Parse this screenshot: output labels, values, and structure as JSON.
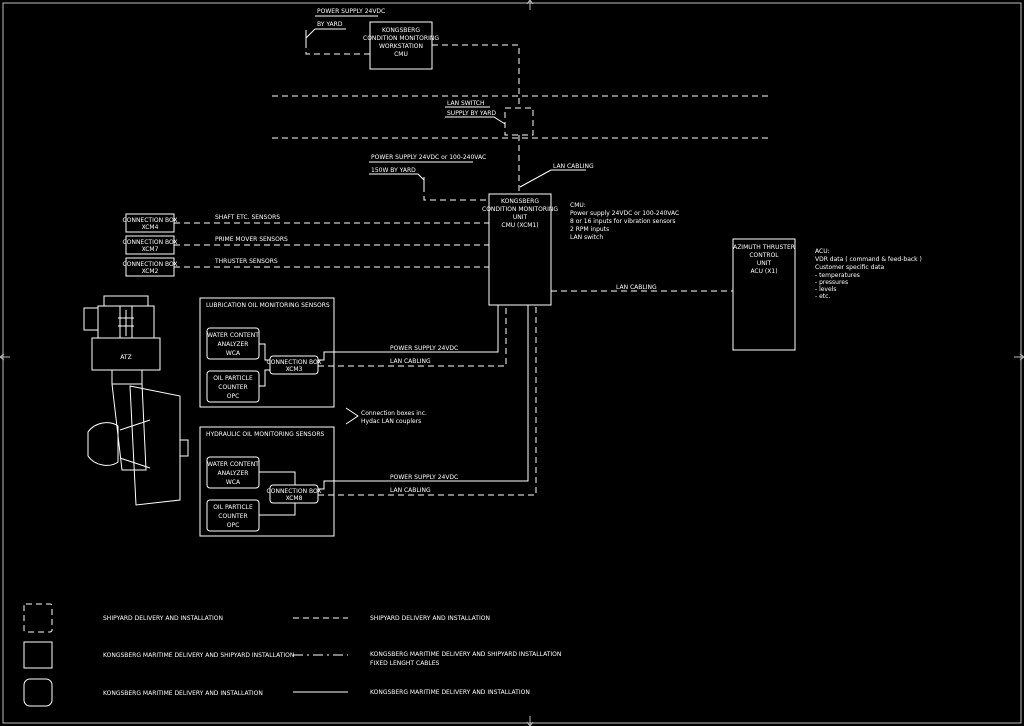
{
  "labels": {
    "power_24vdc_top": "POWER SUPPLY 24VDC",
    "by_yard_top": "BY YARD",
    "lan_switch": "LAN SWITCH",
    "supply_by_yard": "SUPPLY BY YARD",
    "power_24_100_240": "POWER SUPPLY 24VDC or 100-240VAC",
    "w150_by_yard": "150W BY YARD",
    "lan_cabling_top": "LAN CABLING",
    "shaft_sensors": "SHAFT ETC. SENSORS",
    "prime_mover_sensors": "PRIME MOVER SENSORS",
    "thruster_sensors": "THRUSTER SENSORS",
    "lan_cabling_acu": "LAN CABLING",
    "power_24vdc_lube": "POWER SUPPLY 24VDC",
    "lan_cabling_lube": "LAN CABLING",
    "connection_note_1": "Connection boxes inc.",
    "connection_note_2": "Hydac LAN couplers",
    "power_24vdc_hyd": "POWER SUPPLY 24VDC",
    "lan_cabling_hyd": "LAN CABLING",
    "atz": "ATZ"
  },
  "workstation": {
    "l1": "KONGSBERG",
    "l2": "CONDITION MONITORING",
    "l3": "WORKSTATION",
    "l4": "CMU"
  },
  "cmu": {
    "l1": "KONGSBERG",
    "l2": "CONDITION MONITORING",
    "l3": "UNIT",
    "l4": "CMU (XCM1)"
  },
  "cmu_notes": [
    "CMU:",
    "Power supply 24VDC or 100-240VAC",
    "8 or 16 inputs for vibration sensors",
    "2 RPM inputs",
    "LAN switch"
  ],
  "acu": {
    "l1": "AZIMUTH THRUSTER",
    "l2": "CONTROL",
    "l3": "UNIT",
    "l4": "ACU (X1)"
  },
  "acu_notes": [
    "ACU:",
    "VDR data ( command & feed-back )",
    "Customer specific data",
    "- temperatures",
    "- pressures",
    "- levels",
    "- etc."
  ],
  "connection_boxes": [
    {
      "l1": "CONNECTION BOX",
      "l2": "XCM4"
    },
    {
      "l1": "CONNECTION BOX",
      "l2": "XCM7"
    },
    {
      "l1": "CONNECTION BOX",
      "l2": "XCM2"
    }
  ],
  "lube_group": {
    "title": "LUBRICATION OIL MONITORING SENSORS",
    "wca": {
      "l1": "WATER CONTENT",
      "l2": "ANALYZER",
      "l3": "WCA"
    },
    "opc": {
      "l1": "OIL PARTICLE",
      "l2": "COUNTER",
      "l3": "OPC"
    },
    "box": {
      "l1": "CONNECTION BOX",
      "l2": "XCM3"
    }
  },
  "hyd_group": {
    "title": "HYDRAULIC OIL MONITORING SENSORS",
    "wca": {
      "l1": "WATER CONTENT",
      "l2": "ANALYZER",
      "l3": "WCA"
    },
    "opc": {
      "l1": "OIL PARTICLE",
      "l2": "COUNTER",
      "l3": "OPC"
    },
    "box": {
      "l1": "CONNECTION BOX",
      "l2": "XCM8"
    }
  },
  "legend": [
    {
      "box_text": "SHIPYARD DELIVERY AND INSTALLATION",
      "line_text_1": "SHIPYARD DELIVERY AND INSTALLATION",
      "line_text_2": ""
    },
    {
      "box_text": "KONGSBERG MARITIME DELIVERY AND SHIPYARD INSTALLATION",
      "line_text_1": "KONGSBERG MARITIME DELIVERY AND SHIPYARD INSTALLATION",
      "line_text_2": "FIXED LENGHT CABLES"
    },
    {
      "box_text": "KONGSBERG MARITIME DELIVERY AND INSTALLATION",
      "line_text_1": "KONGSBERG MARITIME DELIVERY AND INSTALLATION",
      "line_text_2": ""
    }
  ]
}
